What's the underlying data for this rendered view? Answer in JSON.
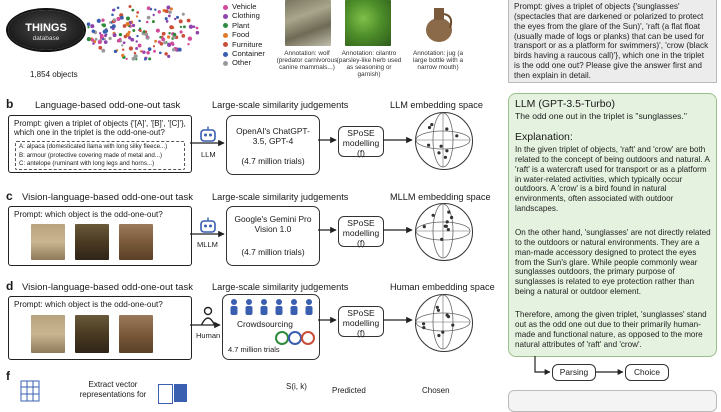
{
  "panel_a": {
    "logo_title": "THINGS",
    "logo_sub": "database",
    "object_count": "1,854 objects",
    "categories": [
      {
        "label": "Vehicle",
        "color": "#d24a9a"
      },
      {
        "label": "Clothing",
        "color": "#8e44ad"
      },
      {
        "label": "Plant",
        "color": "#2e8b3c"
      },
      {
        "label": "Food",
        "color": "#e07b2a"
      },
      {
        "label": "Furniture",
        "color": "#c94f3a"
      },
      {
        "label": "Container",
        "color": "#3a5fb0"
      },
      {
        "label": "Other",
        "color": "#9a9a9a"
      }
    ],
    "annotations": [
      "Annotation: wolf (predator carnivorous canine mammals...)",
      "Annotation: cilantro (parsley-like herb used as seasoning or garnish)",
      "Annotation: jug (a large bottle with a narrow mouth)"
    ]
  },
  "panel_b": {
    "letter": "b",
    "task_title": "Language-based odd-one-out task",
    "prompt": "Prompt: given a triplet of objects {'[A]', '[B]', '[C]'}, which one in the triplet is the odd-one-out?",
    "options": [
      "A: alpaca (domesticated llama with long silky fleece...)",
      "B: armour (protective covering made of metal and...)",
      "C: antelope (ruminant with long legs and horns...)"
    ],
    "agent_label": "LLM",
    "judgement_title": "Large-scale similarity judgements",
    "model": "OpenAI's ChatGPT-3.5, GPT-4",
    "trials": "(4.7 million trials)",
    "spose": "SPoSE modelling (f)",
    "space_title": "LLM embedding space"
  },
  "panel_c": {
    "letter": "c",
    "task_title": "Vision-language-based odd-one-out task",
    "prompt": "Prompt: which object is the odd-one-out?",
    "agent_label": "MLLM",
    "judgement_title": "Large-scale similarity judgements",
    "model": "Google's Gemini Pro Vision 1.0",
    "trials": "(4.7 million trials)",
    "spose": "SPoSE modelling (f)",
    "space_title": "MLLM embedding space"
  },
  "panel_d": {
    "letter": "d",
    "task_title": "Vision-language-based odd-one-out task",
    "prompt": "Prompt: which object is the odd-one-out?",
    "agent_label": "Human",
    "judgement_title": "Large-scale similarity judgements",
    "model": "Crowdsourcing",
    "trials": "4.7 million trials",
    "spose": "SPoSE modelling (f)",
    "space_title": "Human embedding space"
  },
  "panel_f": {
    "letter": "f",
    "extract": "Extract vector representations for",
    "s_label": "S(i, k)",
    "predicted": "Predicted",
    "chosen": "Chosen"
  },
  "right_panel": {
    "prompt": "Prompt: gives a triplet of objects {'sunglasses' (spectacles that are darkened or polarized to protect the eyes from the glare of the Sun)', 'raft (a flat float (usually made of logs or planks) that can be used for transport or as a platform for swimmers)', 'crow (black birds having a raucous call)'}, which one in the triplet is the odd one out? Please give the answer first and then explain in detail.",
    "model_title": "LLM (GPT-3.5-Turbo)",
    "answer": "The odd one out in the triplet is \"sunglasses.\"",
    "explanation_title": "Explanation:",
    "para1": "In the given triplet of objects, 'raft' and 'crow' are both related to the concept of being outdoors and natural. A 'raft' is a watercraft used for transport or as a platform in water-related activities, which typically occur outdoors. A 'crow' is a bird found in natural environments, often associated with outdoor landscapes.",
    "para2": "On the other hand, 'sunglasses' are not directly related to the outdoors or natural environments. They are a man-made accessory designed to protect the eyes from the Sun's glare. While people commonly wear sunglasses outdoors, the primary purpose of sunglasses is related to eye protection rather than being a natural or outdoor element.",
    "para3": "Therefore, among the given triplet, 'sunglasses' stand out as the odd one out due to their primarily human-made and functional nature, as opposed to the more natural attributes of 'raft' and 'crow'.",
    "parsing": "Parsing",
    "choice": "Choice"
  }
}
